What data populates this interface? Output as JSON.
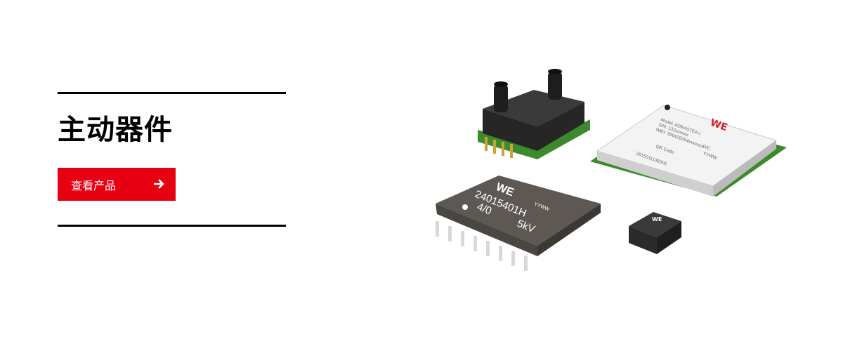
{
  "banner": {
    "title": "主动器件",
    "button_label": "查看产品",
    "button_icon": "arrow-right-icon",
    "accent_color": "#e60012"
  },
  "product_image": {
    "soic_marking": [
      "24015401H",
      "4/0",
      "5kV",
      "YYWW"
    ],
    "module_marking": [
      "Model: ADRASTEA-I",
      "S/N: 132xxxxxx",
      "IMEI: 359100054xxxxxxx",
      "QR Code",
      "D/C",
      "YYWW",
      "2615011136000"
    ],
    "logo_text": "WE"
  }
}
